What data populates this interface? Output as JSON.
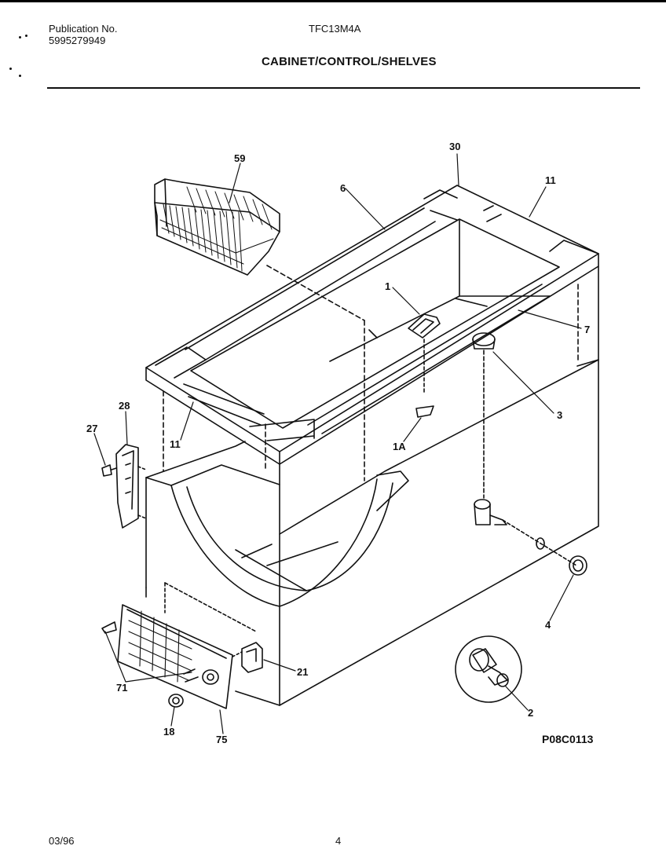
{
  "header": {
    "publication_label": "Publication No.",
    "publication_number": "5995279949",
    "model": "TFC13M4A",
    "title": "CABINET/CONTROL/SHELVES"
  },
  "diagram": {
    "callouts": [
      "59",
      "30",
      "6",
      "11",
      "1",
      "7",
      "3",
      "28",
      "27",
      "11",
      "1A",
      "4",
      "21",
      "71",
      "2",
      "18",
      "75"
    ],
    "figure_code": "P08C0113"
  },
  "footer": {
    "date": "03/96",
    "page": "4"
  }
}
